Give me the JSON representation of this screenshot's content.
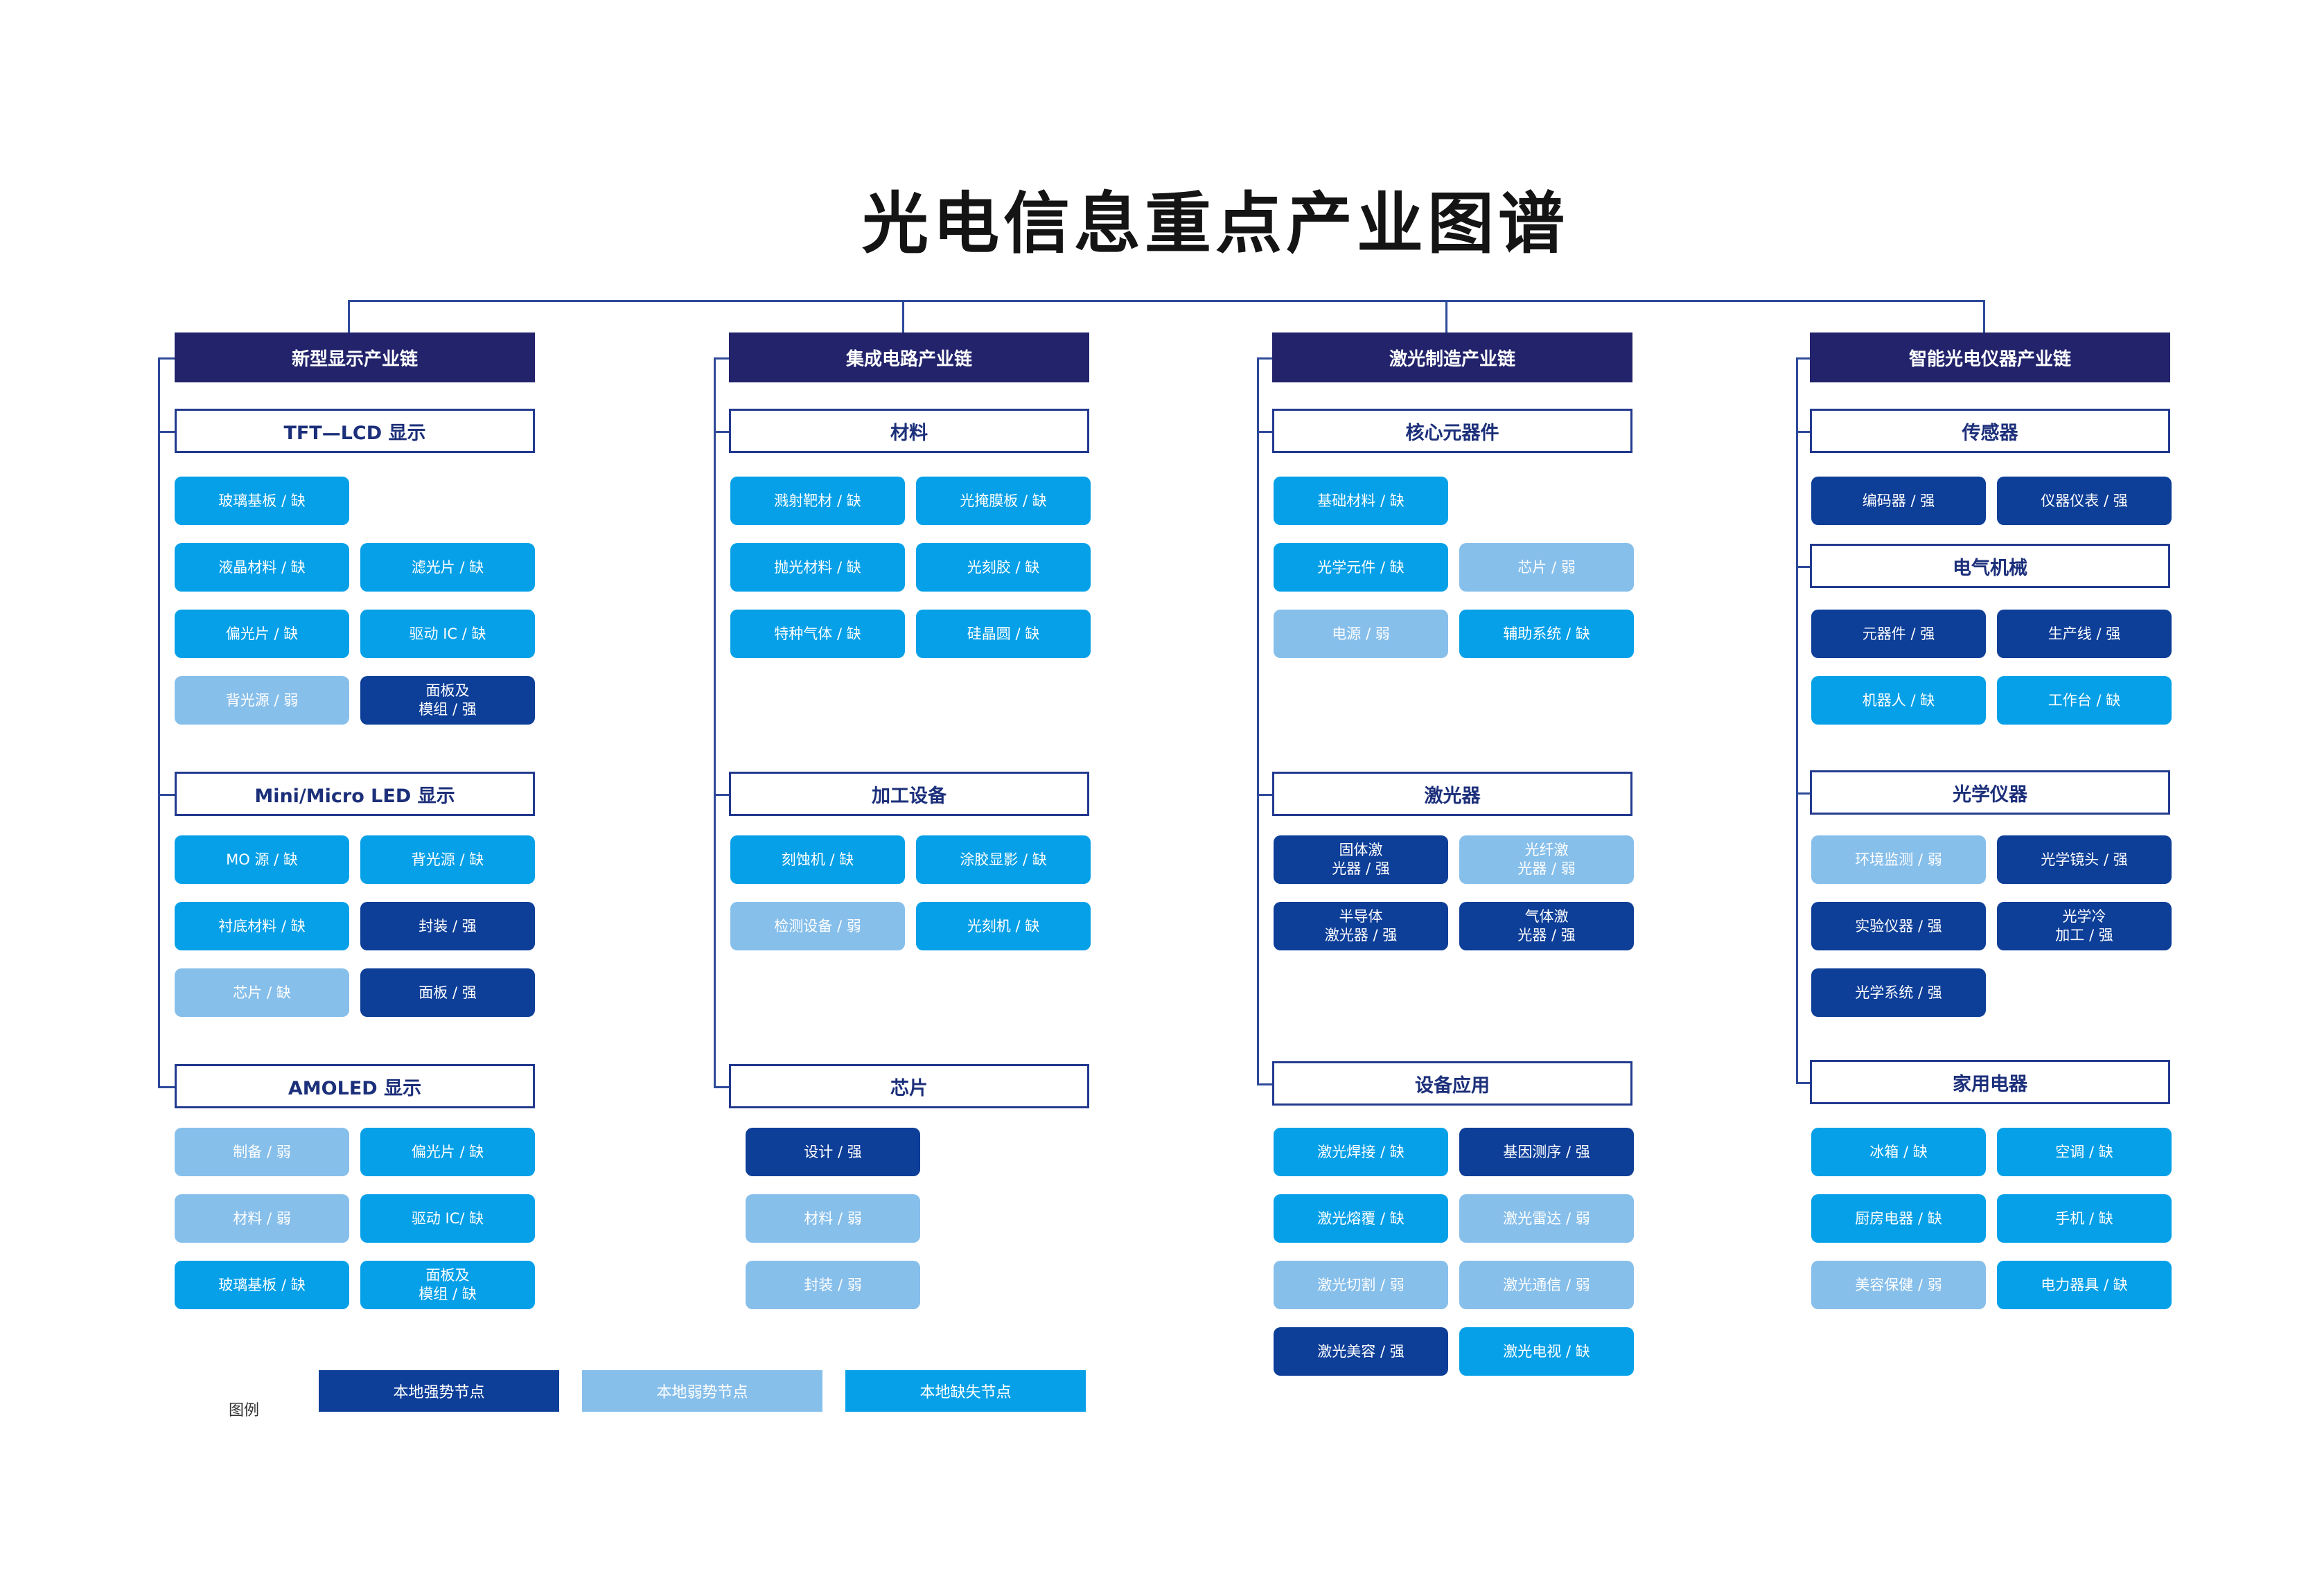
{
  "title": "光电信息重点产业图谱",
  "colors": {
    "strong": "#0d3e98",
    "weak": "#87bfeb",
    "missing": "#05a0e8",
    "chain_header": "#22236b"
  },
  "chains": [
    {
      "name": "新型显示产业链",
      "categories": [
        {
          "name": "TFT—LCD 显示",
          "nodes": [
            {
              "label": "玻璃基板 / 缺",
              "status": "miss"
            },
            {
              "label": "液晶材料 / 缺",
              "status": "miss"
            },
            {
              "label": "滤光片 / 缺",
              "status": "miss"
            },
            {
              "label": "偏光片 / 缺",
              "status": "miss"
            },
            {
              "label": "驱动 IC / 缺",
              "status": "miss"
            },
            {
              "label": "背光源 / 弱",
              "status": "weak"
            },
            {
              "label": "面板及\n模组 / 强",
              "status": "strong"
            }
          ]
        },
        {
          "name": "Mini/Micro LED 显示",
          "nodes": [
            {
              "label": "MO 源 / 缺",
              "status": "miss"
            },
            {
              "label": "背光源 / 缺",
              "status": "miss"
            },
            {
              "label": "衬底材料 / 缺",
              "status": "miss"
            },
            {
              "label": "封装 / 强",
              "status": "strong"
            },
            {
              "label": "芯片 / 缺",
              "status": "weak"
            },
            {
              "label": "面板 / 强",
              "status": "strong"
            }
          ]
        },
        {
          "name": "AMOLED 显示",
          "nodes": [
            {
              "label": "制备 / 弱",
              "status": "weak"
            },
            {
              "label": "偏光片 / 缺",
              "status": "miss"
            },
            {
              "label": "材料 / 弱",
              "status": "weak"
            },
            {
              "label": "驱动 IC/ 缺",
              "status": "miss"
            },
            {
              "label": "玻璃基板 / 缺",
              "status": "miss"
            },
            {
              "label": "面板及\n模组 / 缺",
              "status": "miss"
            }
          ]
        }
      ]
    },
    {
      "name": "集成电路产业链",
      "categories": [
        {
          "name": "材料",
          "nodes": [
            {
              "label": "溅射靶材 / 缺",
              "status": "miss"
            },
            {
              "label": "光掩膜板 / 缺",
              "status": "miss"
            },
            {
              "label": "抛光材料 / 缺",
              "status": "miss"
            },
            {
              "label": "光刻胶 / 缺",
              "status": "miss"
            },
            {
              "label": "特种气体 / 缺",
              "status": "miss"
            },
            {
              "label": "硅晶圆 / 缺",
              "status": "miss"
            }
          ]
        },
        {
          "name": "加工设备",
          "nodes": [
            {
              "label": "刻蚀机 / 缺",
              "status": "miss"
            },
            {
              "label": "涂胶显影 / 缺",
              "status": "miss"
            },
            {
              "label": "检测设备 / 弱",
              "status": "weak"
            },
            {
              "label": "光刻机 / 缺",
              "status": "miss"
            }
          ]
        },
        {
          "name": "芯片",
          "nodes": [
            {
              "label": "设计 / 强",
              "status": "strong"
            },
            {
              "label": "材料 / 弱",
              "status": "weak"
            },
            {
              "label": "封装 / 弱",
              "status": "weak"
            }
          ]
        }
      ]
    },
    {
      "name": "激光制造产业链",
      "categories": [
        {
          "name": "核心元器件",
          "nodes": [
            {
              "label": "基础材料 / 缺",
              "status": "miss"
            },
            {
              "label": "光学元件 / 缺",
              "status": "miss"
            },
            {
              "label": "芯片 / 弱",
              "status": "weak"
            },
            {
              "label": "电源 / 弱",
              "status": "weak"
            },
            {
              "label": "辅助系统 / 缺",
              "status": "miss"
            }
          ]
        },
        {
          "name": "激光器",
          "nodes": [
            {
              "label": "固体激\n光器 / 强",
              "status": "strong"
            },
            {
              "label": "光纤激\n光器 / 弱",
              "status": "weak"
            },
            {
              "label": "半导体\n激光器 / 强",
              "status": "strong"
            },
            {
              "label": "气体激\n光器 / 强",
              "status": "strong"
            }
          ]
        },
        {
          "name": "设备应用",
          "nodes": [
            {
              "label": "激光焊接 / 缺",
              "status": "miss"
            },
            {
              "label": "基因测序 / 强",
              "status": "strong"
            },
            {
              "label": "激光熔覆 / 缺",
              "status": "miss"
            },
            {
              "label": "激光雷达 / 弱",
              "status": "weak"
            },
            {
              "label": "激光切割 / 弱",
              "status": "weak"
            },
            {
              "label": "激光通信 / 弱",
              "status": "weak"
            },
            {
              "label": "激光美容 / 强",
              "status": "strong"
            },
            {
              "label": "激光电视 / 缺",
              "status": "miss"
            }
          ]
        }
      ]
    },
    {
      "name": "智能光电仪器产业链",
      "categories": [
        {
          "name": "传感器",
          "nodes": [
            {
              "label": "编码器 / 强",
              "status": "strong"
            },
            {
              "label": "仪器仪表 / 强",
              "status": "strong"
            }
          ]
        },
        {
          "name": "电气机械",
          "nodes": [
            {
              "label": "元器件 / 强",
              "status": "strong"
            },
            {
              "label": "生产线 / 强",
              "status": "strong"
            },
            {
              "label": "机器人 / 缺",
              "status": "miss"
            },
            {
              "label": "工作台 / 缺",
              "status": "miss"
            }
          ]
        },
        {
          "name": "光学仪器",
          "nodes": [
            {
              "label": "环境监测 / 弱",
              "status": "weak"
            },
            {
              "label": "光学镜头 / 强",
              "status": "strong"
            },
            {
              "label": "实验仪器 / 强",
              "status": "strong"
            },
            {
              "label": "光学冷\n加工 / 强",
              "status": "strong"
            },
            {
              "label": "光学系统 / 强",
              "status": "strong"
            }
          ]
        },
        {
          "name": "家用电器",
          "nodes": [
            {
              "label": "冰箱 / 缺",
              "status": "miss"
            },
            {
              "label": "空调 / 缺",
              "status": "miss"
            },
            {
              "label": "厨房电器 / 缺",
              "status": "miss"
            },
            {
              "label": "手机 / 缺",
              "status": "miss"
            },
            {
              "label": "美容保健 / 弱",
              "status": "weak"
            },
            {
              "label": "电力器具 / 缺",
              "status": "miss"
            }
          ]
        }
      ]
    }
  ],
  "legend": {
    "title": "图例",
    "items": [
      {
        "label": "本地强势节点",
        "status": "strong"
      },
      {
        "label": "本地弱势节点",
        "status": "weak"
      },
      {
        "label": "本地缺失节点",
        "status": "miss"
      }
    ]
  }
}
